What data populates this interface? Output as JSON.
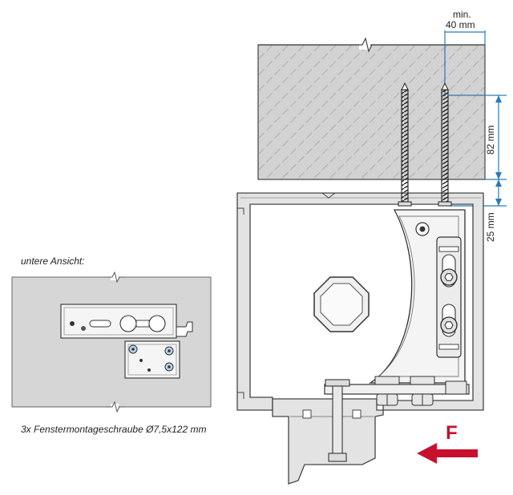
{
  "captions": {
    "view_title": "untere Ansicht:",
    "screw_note": "3x Fenstermontageschraube Ø7,5x122 mm"
  },
  "dimensions": {
    "min_label": "min.",
    "min_value": "40 mm",
    "dim_82": "82 mm",
    "dim_25": "25 mm"
  },
  "force": {
    "label": "F"
  },
  "colors": {
    "concrete": "#d2d2d2",
    "profile": "#e3e3e3",
    "dimension": "#2a7ab8",
    "arrow": "#c8102e",
    "outline": "#333333",
    "bracket": "#f4f4f4"
  }
}
